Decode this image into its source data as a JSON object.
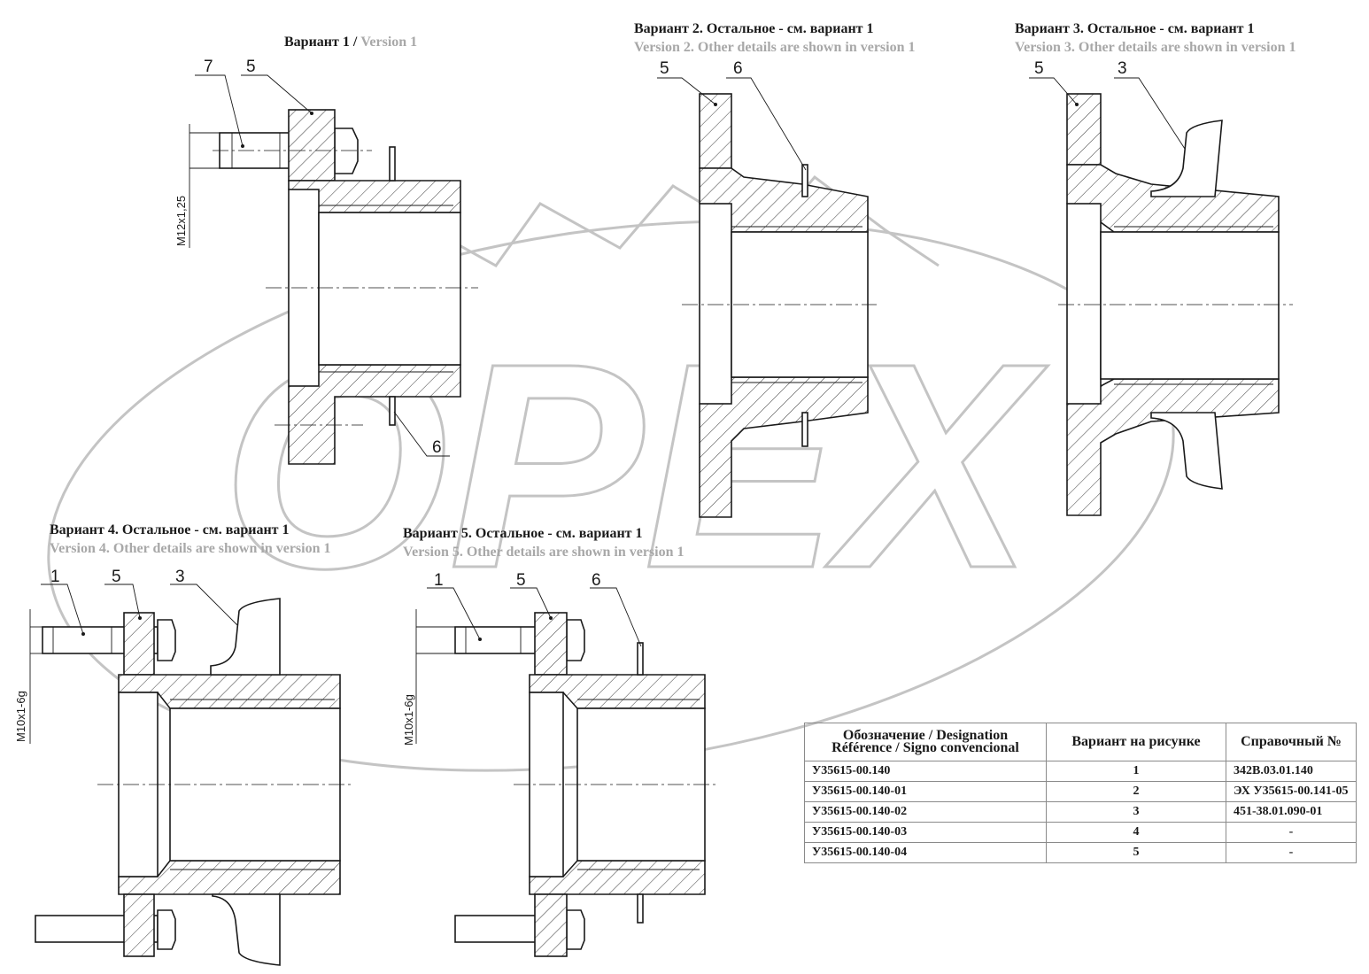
{
  "views": {
    "v1": {
      "title_ru": "Вариант 1 / ",
      "title_en": "Version 1",
      "labels": [
        "7",
        "5",
        "6"
      ],
      "dimension": "M12x1,25"
    },
    "v2": {
      "title_ru": "Вариант 2. Остальное - см. вариант 1",
      "title_en": "Version 2. Other details are shown in version 1",
      "labels": [
        "5",
        "6"
      ]
    },
    "v3": {
      "title_ru": "Вариант 3. Остальное - см. вариант 1",
      "title_en": "Version 3. Other details are shown in version 1",
      "labels": [
        "5",
        "3"
      ]
    },
    "v4": {
      "title_ru": "Вариант 4. Остальное - см. вариант 1",
      "title_en": "Version 4. Other details are shown in version 1",
      "labels": [
        "1",
        "5",
        "3"
      ],
      "dimension": "M10x1-6g"
    },
    "v5": {
      "title_ru": "Вариант 5. Остальное - см. вариант 1",
      "title_en": "Version 5. Other details are shown in version 1",
      "labels": [
        "1",
        "5",
        "6"
      ],
      "dimension": "M10x1-6g"
    }
  },
  "watermark": {
    "text": "OPEX"
  },
  "table": {
    "headers": {
      "designation_line1": "Обозначение / Designation",
      "designation_line2": "Référence / Signo convencional",
      "variant": "Вариант на рисунке",
      "ref": "Справочный №"
    },
    "rows": [
      {
        "designation": "У35615-00.140",
        "variant": "1",
        "ref": "342B.03.01.140"
      },
      {
        "designation": "У35615-00.140-01",
        "variant": "2",
        "ref": "ЭХ У35615-00.141-05"
      },
      {
        "designation": "У35615-00.140-02",
        "variant": "3",
        "ref": "451-38.01.090-01"
      },
      {
        "designation": "У35615-00.140-03",
        "variant": "4",
        "ref": "-"
      },
      {
        "designation": "У35615-00.140-04",
        "variant": "5",
        "ref": "-"
      }
    ]
  }
}
